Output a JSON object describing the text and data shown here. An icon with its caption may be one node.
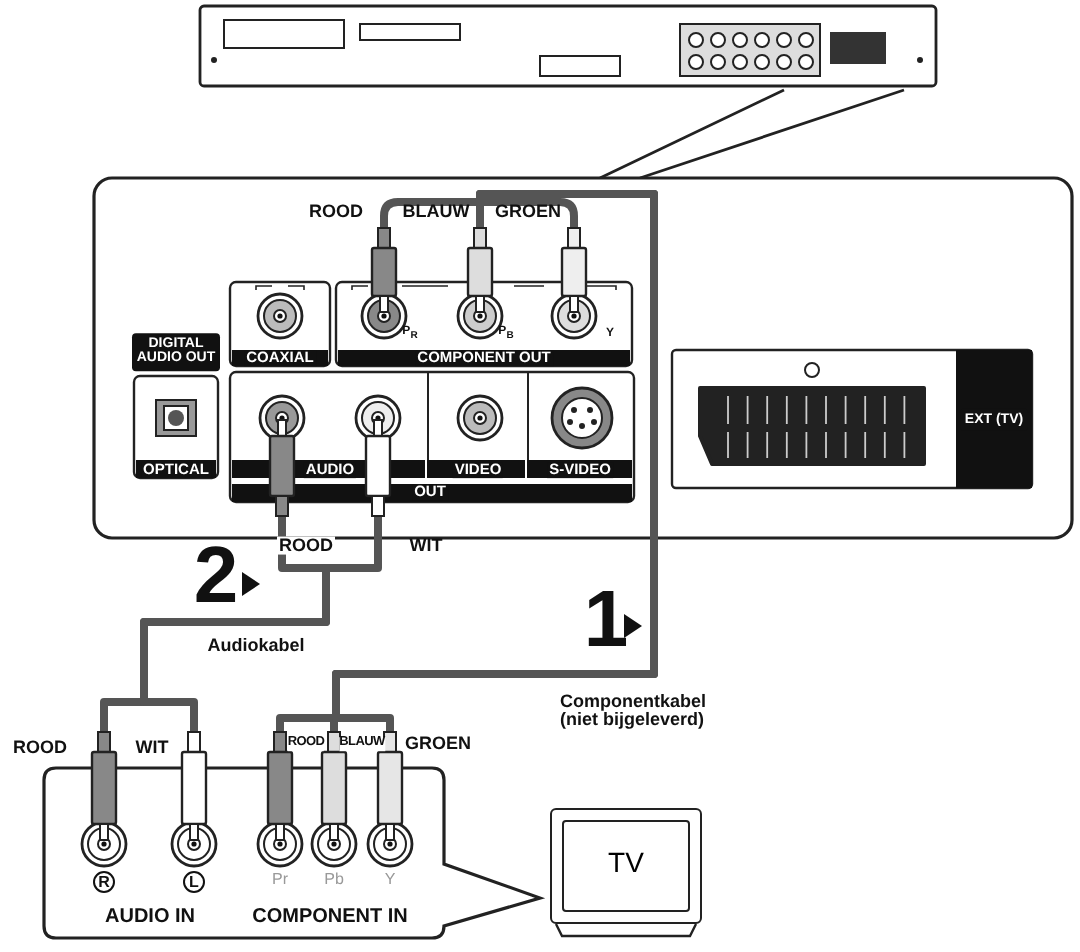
{
  "diagram": {
    "nodes": [
      {
        "text": [
          "TV"
        ]
      },
      {
        "text": [],
        "shape": "plug"
      },
      {
        "text": [],
        "shape": "plug"
      },
      {
        "text": [],
        "shape": "plug"
      },
      {
        "text": [],
        "shape": "plug"
      },
      {
        "text": [],
        "shape": "plug"
      },
      {
        "text": [],
        "shape": "plug"
      },
      {
        "text": [],
        "shape": "plug"
      },
      {
        "text": [],
        "shape": "plug"
      },
      {
        "text": [],
        "shape": "plug"
      },
      {
        "text": [],
        "shape": "plug"
      }
    ],
    "edges": [
      {
        "from": 1,
        "to": 8,
        "arrow": "none"
      },
      {
        "from": 2,
        "to": 9,
        "arrow": "none"
      },
      {
        "from": 3,
        "to": 10,
        "arrow": "none"
      },
      {
        "from": 4,
        "to": 6,
        "arrow": "none"
      },
      {
        "from": 5,
        "to": 7,
        "arrow": "none"
      }
    ],
    "labels": [
      "ROOD",
      "BLAUW",
      "GROEN",
      "P$_{R}$",
      "P$_{B}$",
      "Y",
      "DIGITAL AUDIO OUT",
      "COAXIAL",
      "COMPONENT OUT",
      "OPTICAL",
      "AUDIO",
      "VIDEO",
      "S-VIDEO",
      "OUT",
      "EXT (TV)",
      "ROOD",
      "WIT",
      "2",
      "1",
      "Audiokabel",
      "Componentkabel (niet bijgeleverd)",
      "ROOD",
      "WIT",
      "ROOD",
      "BLAUW",
      "GROEN",
      "R",
      "L",
      "Pr",
      "Pb",
      "Y",
      "AUDIO IN",
      "COMPONENT IN"
    ]
  }
}
